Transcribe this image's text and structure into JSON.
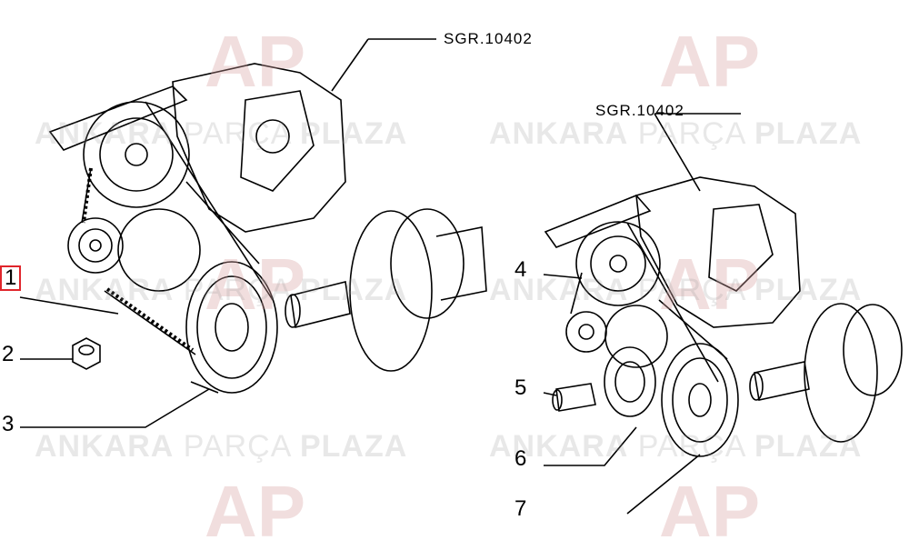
{
  "watermark": {
    "brand_bold_1": "ANKARA",
    "brand_light": "PARÇA",
    "brand_bold_2": "PLAZA",
    "logo_letters": "AP",
    "logo_color": "#d9a3a3"
  },
  "diagram": {
    "references": [
      "SGR.10402",
      "SGR.10402"
    ],
    "callouts": [
      "1",
      "2",
      "3",
      "4",
      "5",
      "6",
      "7"
    ],
    "highlight_color": "#e0252b"
  }
}
